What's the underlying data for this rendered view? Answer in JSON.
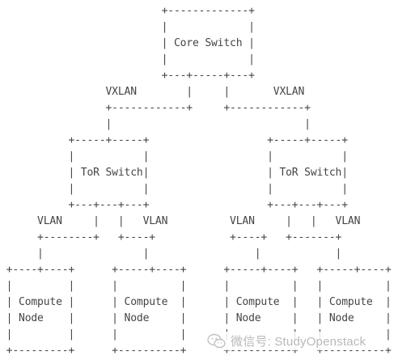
{
  "diagram": {
    "lines": [
      "                          +-------------+",
      "                          |             |",
      "                          | Core Switch |",
      "                          |             |",
      "                          +---+-----+---+",
      "                 VXLAN        |     |       VXLAN",
      "                 +------------+     +------------+",
      "                 |                               |",
      "           +-----+-----+                   +-----+-----+",
      "           |           |                   |           |",
      "           | ToR Switch|                   | ToR Switch|",
      "           |           |                   |           |",
      "           +---+---+---+                   +---+---+---+",
      "      VLAN     |   |   VLAN          VLAN     |   |   VLAN",
      "      +--------+   +----+            +----+   +-------+",
      "      |                |                 |            |",
      " +----+----+      +-----+----+      +-----+----+   +-----+----+",
      " |         |      |          |      |          |   |          |",
      " | Compute |      | Compute  |      | Compute  |   | Compute  |",
      " | Node    |      | Node     |      | Node     |   | Node     |",
      " |         |      |          |      |          |   |          |",
      " +---------+      +----------+      +----------+   +----------+"
    ],
    "labels": {
      "core": "Core Switch",
      "tor": "ToR Switch",
      "compute": "Compute",
      "node": "Node",
      "overlay": "VXLAN",
      "vlan": "VLAN"
    }
  },
  "watermark": {
    "text": "微信号: StudyOpenstack",
    "icon": "wechat-icon",
    "color": "#b9b9b9"
  }
}
